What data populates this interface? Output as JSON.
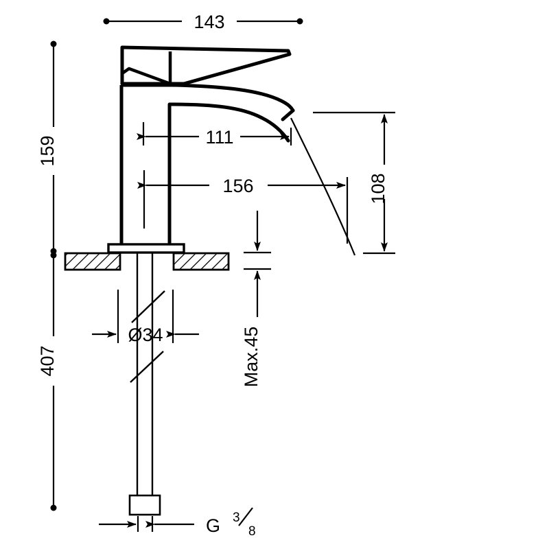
{
  "drawing": {
    "type": "technical-dimension-drawing",
    "subject": "single-lever-basin-mixer-tap",
    "units": "mm",
    "line_color": "#000000",
    "background_color": "#ffffff"
  },
  "dimensions": {
    "overall_width": {
      "label": "143",
      "orientation": "horizontal",
      "position": "top"
    },
    "spout_reach": {
      "label": "111",
      "orientation": "horizontal",
      "position": "upper-middle"
    },
    "spout_outlet_reach": {
      "label": "156",
      "orientation": "horizontal",
      "position": "middle"
    },
    "body_height": {
      "label": "159",
      "orientation": "vertical",
      "position": "left-upper"
    },
    "hose_length": {
      "label": "407",
      "orientation": "vertical",
      "position": "left-lower"
    },
    "spout_height": {
      "label": "108",
      "orientation": "vertical",
      "position": "right"
    },
    "max_counter_thickness": {
      "label": "Max.45",
      "orientation": "vertical",
      "position": "center-lower"
    },
    "mounting_hole_diameter": {
      "label": "Ø34",
      "orientation": "horizontal",
      "position": "below-counter"
    },
    "thread_connection": {
      "label": "G",
      "numerator": "3",
      "denominator": "8",
      "full_label": "G 3/8",
      "orientation": "horizontal",
      "position": "bottom"
    }
  }
}
